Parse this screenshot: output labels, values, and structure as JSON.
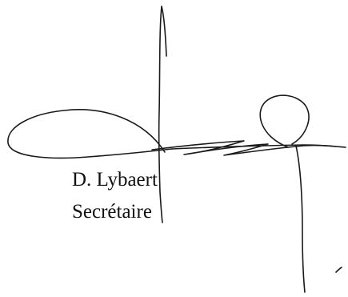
{
  "signatory": {
    "name": "D. Lybaert",
    "title": "Secrétaire"
  },
  "signature": {
    "kind": "handwritten-signature",
    "ink_color": "#1a1a1a"
  }
}
